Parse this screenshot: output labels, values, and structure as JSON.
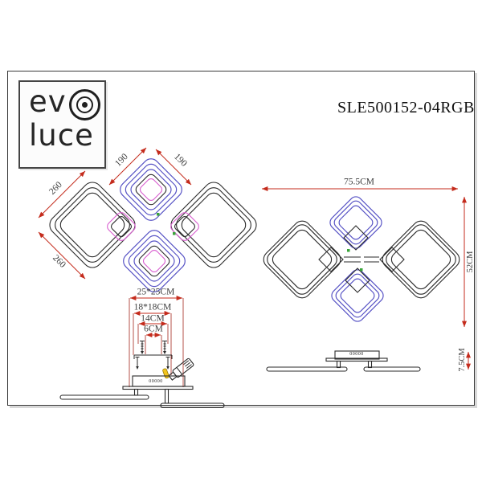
{
  "brand": {
    "wordmark_top": "ev",
    "wordmark_bottom": "luce"
  },
  "title": {
    "model_number": "SLE500152-04RGB"
  },
  "front_view": {
    "dim_top_left": "190",
    "dim_top_right": "190",
    "dim_side_upper": "260",
    "dim_side_lower": "260"
  },
  "mounting_view": {
    "dim_outer": "25*25CM",
    "dim_bracket": "18*18CM",
    "dim_mid": "14CM",
    "dim_inner": "6CM",
    "terminal_marking": "00000"
  },
  "top_view": {
    "dim_width": "75.5CM",
    "dim_height": "52CM"
  },
  "side_view": {
    "dim_height": "7.5CM",
    "terminal_marking": "00000"
  },
  "colors": {
    "dimension_red": "#c42b1c",
    "structure_red": "#b5524a",
    "ring_blue": "#5753c5",
    "led_magenta": "#d95fd0",
    "marker_green": "#3aa43a",
    "line_black": "#2a2a2a"
  }
}
